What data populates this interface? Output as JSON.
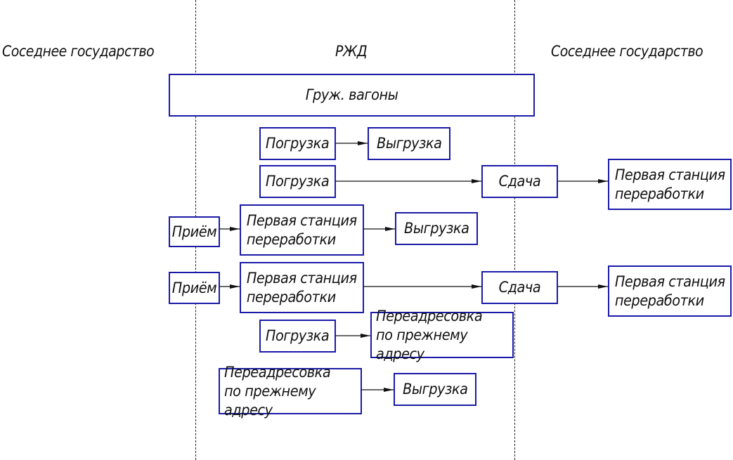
{
  "zones": {
    "left": "Соседнее государство",
    "center": "РЖД",
    "right": "Соседнее государство"
  },
  "nodes": {
    "wagons": "Груж. вагоны",
    "r1_load": "Погрузка",
    "r1_unload": "Выгрузка",
    "r2_load": "Погрузка",
    "r2_hand": "Сдача",
    "r2_first": "Первая станция\nпереработки",
    "r3_recv": "Приём",
    "r3_first": "Первая станция\nпереработки",
    "r3_unload": "Выгрузка",
    "r4_recv": "Приём",
    "r4_first": "Первая станция\nпереработки",
    "r4_hand": "Сдача",
    "r4_first2": "Первая станция\nпереработки",
    "r5_load": "Погрузка",
    "r5_readdr": "Переадресовка\nпо прежнему адресу",
    "r6_readdr": "Переадресовка\nпо прежнему адресу",
    "r6_unload": "Выгрузка"
  },
  "colors": {
    "box_border": "#1a1aa8",
    "line": "#111111"
  }
}
